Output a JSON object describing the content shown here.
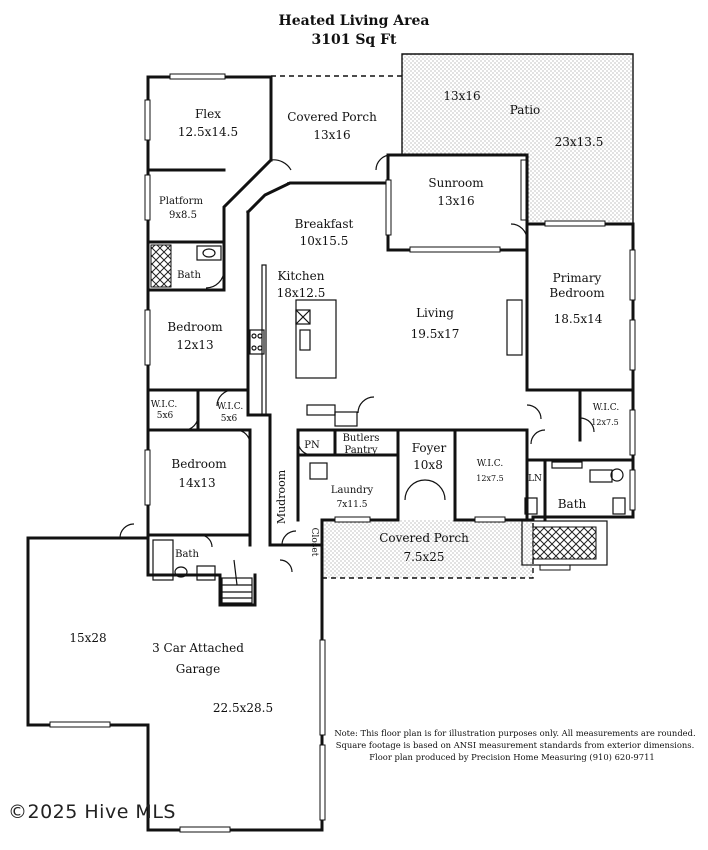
{
  "title": {
    "line1": "Heated Living Area",
    "line2": "3101 Sq Ft"
  },
  "rooms": {
    "flex": {
      "name": "Flex",
      "dims": "12.5x14.5"
    },
    "covered_porch_top": {
      "name": "Covered Porch",
      "dims": "13x16"
    },
    "patio": {
      "name": "Patio",
      "dims": "23x13.5",
      "dims2": "13x16"
    },
    "platform": {
      "name": "Platform",
      "dims": "9x8.5"
    },
    "sunroom": {
      "name": "Sunroom",
      "dims": "13x16"
    },
    "breakfast": {
      "name": "Breakfast",
      "dims": "10x15.5"
    },
    "bath_upper": {
      "name": "Bath"
    },
    "kitchen": {
      "name": "Kitchen",
      "dims": "18x12.5"
    },
    "primary_bedroom": {
      "name": "Primary",
      "name2": "Bedroom",
      "dims": "18.5x14"
    },
    "bedroom_upper": {
      "name": "Bedroom",
      "dims": "12x13"
    },
    "living": {
      "name": "Living",
      "dims": "19.5x17"
    },
    "wic_a": {
      "name": "W.I.C.",
      "dims": "5x6"
    },
    "wic_b": {
      "name": "W.I.C.",
      "dims": "5x6"
    },
    "wic_primary": {
      "name": "W.I.C.",
      "dims": "12x7.5"
    },
    "pn": {
      "name": "PN"
    },
    "butlers_pantry": {
      "name": "Butlers",
      "name2": "Pantry"
    },
    "foyer": {
      "name": "Foyer",
      "dims": "10x8"
    },
    "wic_foyer": {
      "name": "W.I.C.",
      "dims": "12x7.5"
    },
    "ln": {
      "name": "LN"
    },
    "bedroom_lower": {
      "name": "Bedroom",
      "dims": "14x13"
    },
    "mudroom": {
      "name": "Mudroom"
    },
    "laundry": {
      "name": "Laundry",
      "dims": "7x11.5"
    },
    "bath_primary": {
      "name": "Bath"
    },
    "closet": {
      "name": "Closet"
    },
    "covered_porch_front": {
      "name": "Covered Porch",
      "dims": "7.5x25"
    },
    "bath_lower": {
      "name": "Bath"
    },
    "garage": {
      "name": "3 Car Attached",
      "name2": "Garage",
      "dims": "22.5x28.5",
      "dims2": "15x28"
    }
  },
  "note": {
    "line1": "Note: This floor plan is for illustration purposes only. All measurements are rounded.",
    "line2": "Square footage is based on ANSI measurement standards from exterior dimensions.",
    "line3": "Floor plan produced by Precision Home Measuring (910) 620-9711"
  },
  "watermark": "©2025 Hive MLS",
  "colors": {
    "ink": "#111111",
    "hatch": "#bdbdbd",
    "background": "#ffffff"
  }
}
